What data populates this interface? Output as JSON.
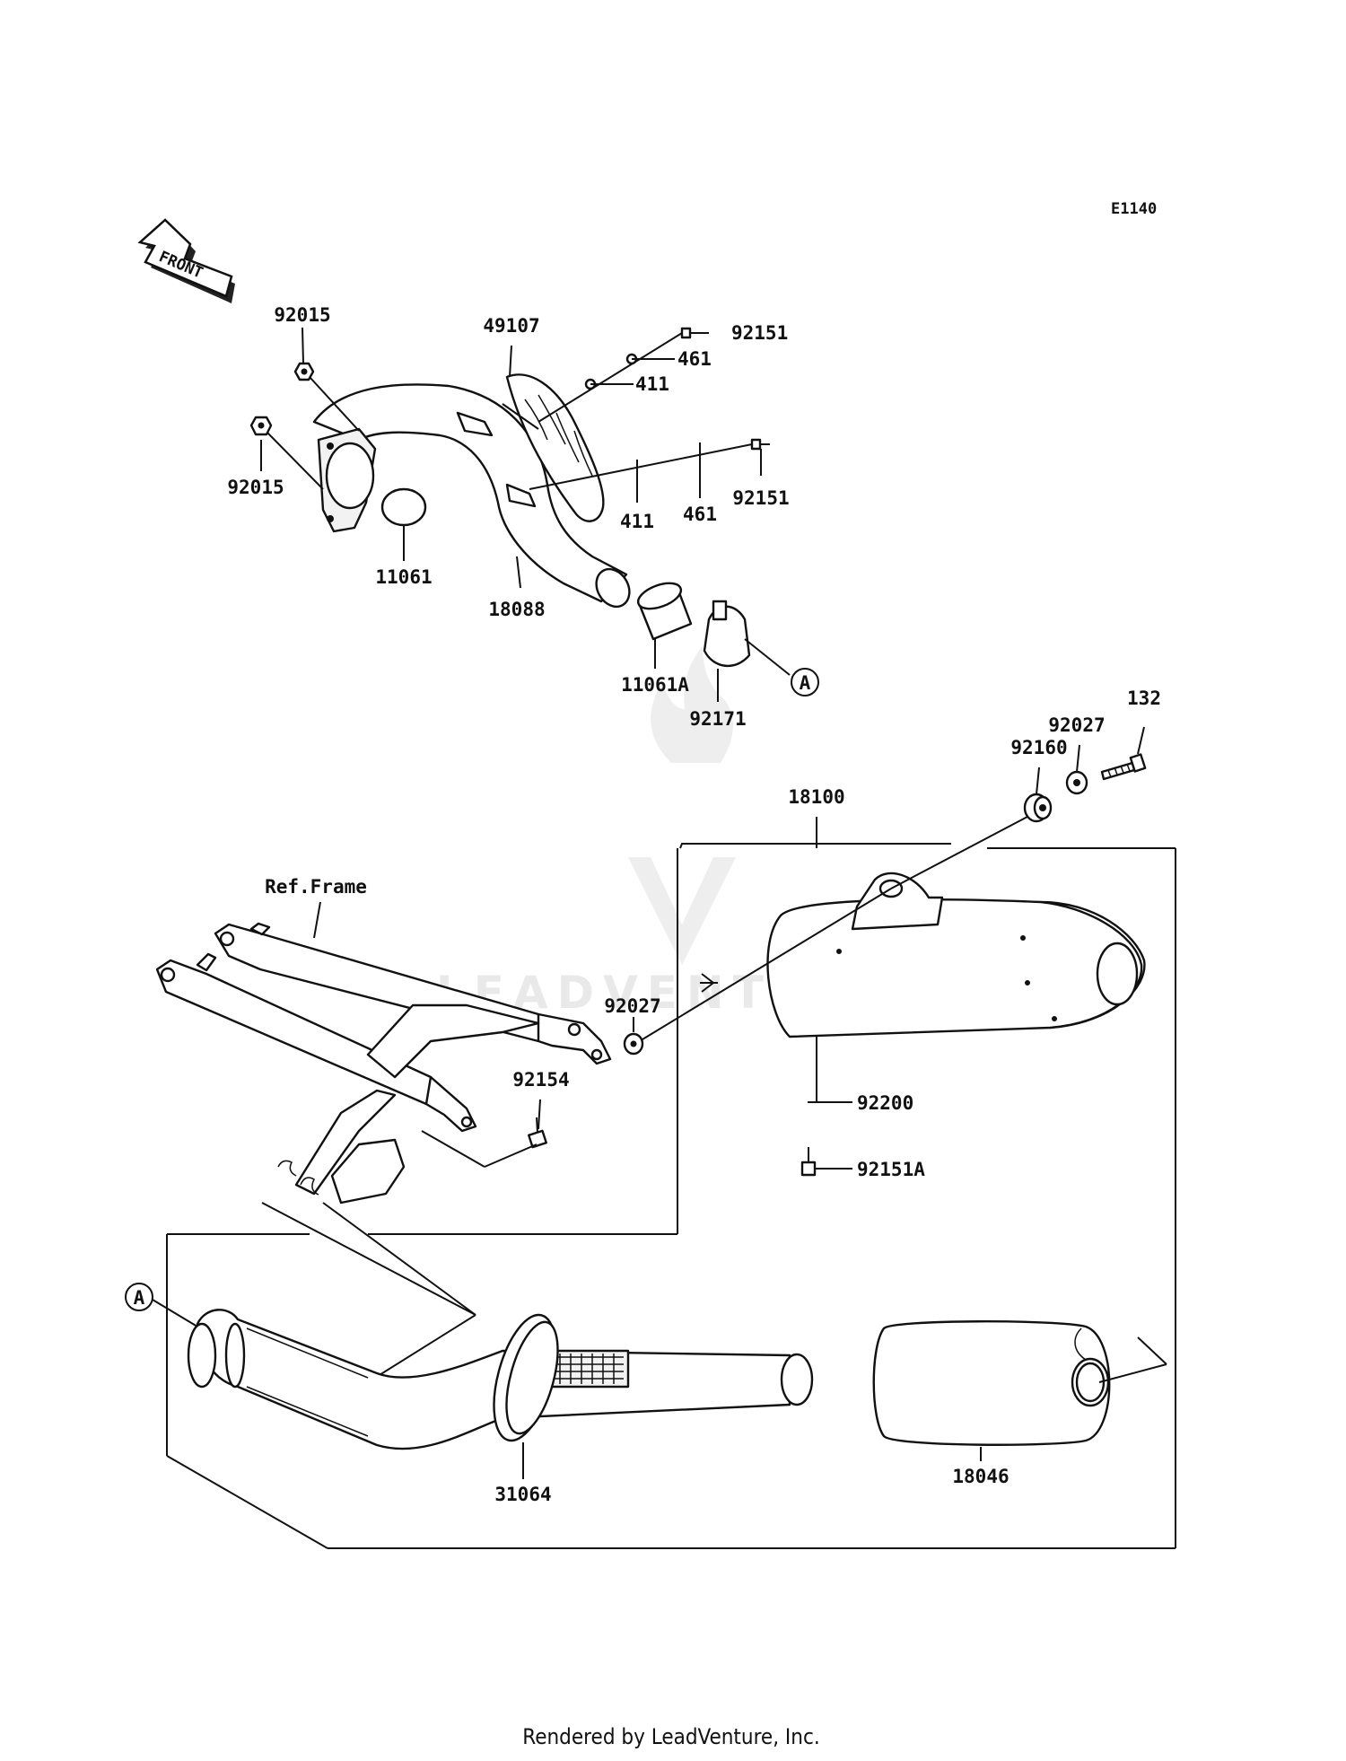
{
  "diagram": {
    "code": "E1140",
    "front_label": "FRONT",
    "watermark": "LEADVENTURE",
    "footer": "Rendered by LeadVenture, Inc.",
    "callout_a_top": "A",
    "callout_a_bottom": "A"
  },
  "parts": {
    "p92015_top": "92015",
    "p92015_left": "92015",
    "p11061": "11061",
    "p18088": "18088",
    "p49107": "49107",
    "p92151_top": "92151",
    "p461_top": "461",
    "p411_top": "411",
    "p411_bottom": "411",
    "p461_bottom": "461",
    "p92151_bottom": "92151",
    "p11061A": "11061A",
    "p92171": "92171",
    "p132": "132",
    "p92027_top": "92027",
    "p92160": "92160",
    "p18100": "18100",
    "ref_frame": "Ref.Frame",
    "p92027_mid": "92027",
    "p92154": "92154",
    "p92200": "92200",
    "p92151A": "92151A",
    "p31064": "31064",
    "p18046": "18046"
  }
}
